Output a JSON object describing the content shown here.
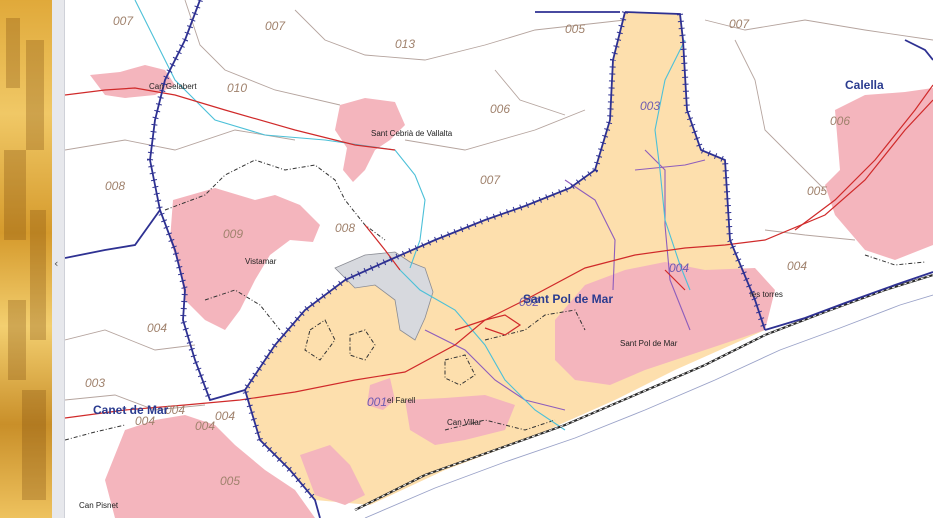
{
  "colors": {
    "municipality_fill": "#fddfad",
    "urban_fill": "#f4b5bd",
    "industrial_fill": "#d7d9de",
    "municipal_boundary": "#2e3192",
    "road": "#d02a2a",
    "river": "#4cc0d8",
    "railway": "#2a2a2a",
    "district_line": "#8e5dbc",
    "parcel_line": "#b5a49e",
    "sidebar_gold": "#e8b84a"
  },
  "sidebar": {
    "collapse_icon": "chevron-left-icon",
    "collapse_glyph": "‹"
  },
  "map": {
    "towns": {
      "sant_pol": "Sant Pol de Mar",
      "canet": "Canet de Mar",
      "calella": "Calella"
    },
    "places": {
      "can_gelabert": "Can Gelabert",
      "sant_cebria": "Sant Cebrià de Vallalta",
      "vistamar": "Vistamar",
      "les_torres": "les torres",
      "sant_pol_small": "Sant Pol de Mar",
      "el_farell": "el Farell",
      "can_villar": "Can Villar",
      "can_pisnet": "Can Pisnet"
    },
    "codes": {
      "c007a": "007",
      "c007b": "007",
      "c007c": "007",
      "c007d": "007",
      "c013": "013",
      "c005a": "005",
      "c005b": "005",
      "c005c": "005",
      "c010": "010",
      "c006a": "006",
      "c006b": "006",
      "c008a": "008",
      "c008b": "008",
      "c009": "009",
      "c004a": "004",
      "c004b": "004",
      "c004c": "004",
      "c004d": "004",
      "c004e": "004",
      "c003a": "003",
      "c003b": "003",
      "c002": "002",
      "c001": "001",
      "c004f": "004",
      "c004g": "004"
    }
  }
}
